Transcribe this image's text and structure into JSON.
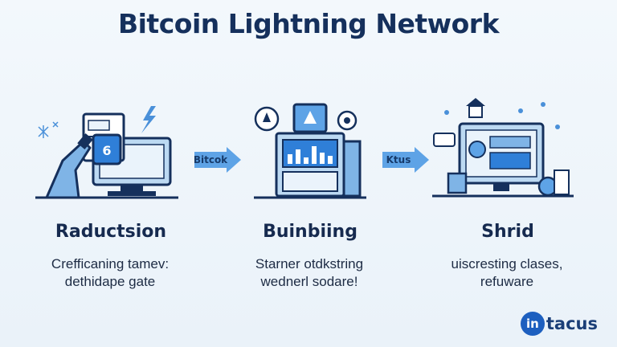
{
  "title": "Bitcoin Lightning Network",
  "steps": [
    {
      "name": "Raductsion",
      "desc": [
        "Crefficaning tamev:",
        "dethidape gate"
      ]
    },
    {
      "name": "Buinbiing",
      "desc": [
        "Starner otdkstring",
        "wednerl sodare!"
      ]
    },
    {
      "name": "Shrid",
      "desc": [
        "uiscresting clases,",
        "refuware"
      ]
    }
  ],
  "arrows": [
    "Bitcok",
    "Ktus"
  ],
  "illustration_labels": {
    "phone_digit": "6"
  },
  "logo": {
    "badge": "in",
    "text": "tacus"
  },
  "colors": {
    "navy": "#15305c",
    "blue": "#4a90d9",
    "light_blue": "#bcd9f2",
    "accent": "#2f7fd8"
  }
}
